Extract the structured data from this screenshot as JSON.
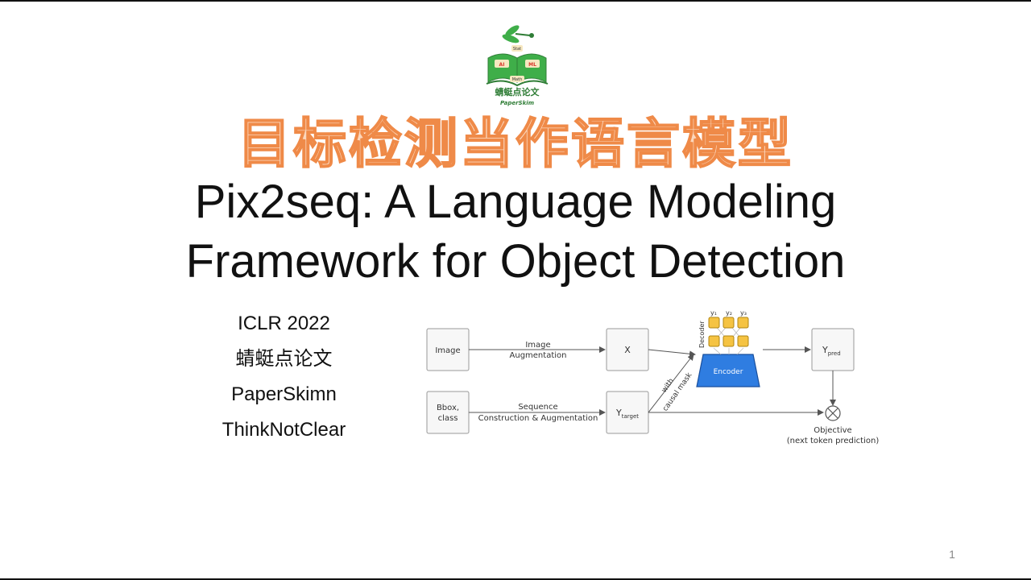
{
  "logo": {
    "badges": [
      "Stat",
      "AI",
      "ML",
      "Math"
    ],
    "brand_cn": "蜻蜓点论文",
    "brand_en": "PaperSkim"
  },
  "title_cn": "目标检测当作语言模型",
  "title_en_line1": "Pix2seq: A Language Modeling",
  "title_en_line2": "Framework for Object Detection",
  "info": {
    "venue": "ICLR 2022",
    "channel_cn": "蜻蜓点论文",
    "channel_en": "PaperSkimn",
    "author": "ThinkNotClear"
  },
  "diagram": {
    "box_image": "Image",
    "box_bbox_line1": "Bbox,",
    "box_bbox_line2": "class",
    "box_x": "X",
    "box_ytarget_main": "Y",
    "box_ytarget_sub": "target",
    "box_ypred_main": "Y",
    "box_ypred_sub": "pred",
    "arrow_aug_line1": "Image",
    "arrow_aug_line2": "Augmentation",
    "arrow_seq_line1": "Sequence",
    "arrow_seq_line2": "Construction & Augmentation",
    "mask_line1": "with",
    "mask_line2": "causal mask",
    "decoder_label": "Decoder",
    "encoder_label": "Encoder",
    "outputs": [
      "y₁",
      "y₂",
      "y₃"
    ],
    "objective_line1": "Objective",
    "objective_line2": "(next token prediction)",
    "colors": {
      "token_fill": "#f5c342",
      "token_stroke": "#b08410",
      "encoder_fill": "#2f7de1",
      "encoder_stroke": "#1a4f9c"
    }
  },
  "page_number": "1",
  "colors": {
    "title_cn_fill": "#fbd7bd",
    "title_cn_stroke": "#ef8a48",
    "logo_green": "#3fae49"
  }
}
